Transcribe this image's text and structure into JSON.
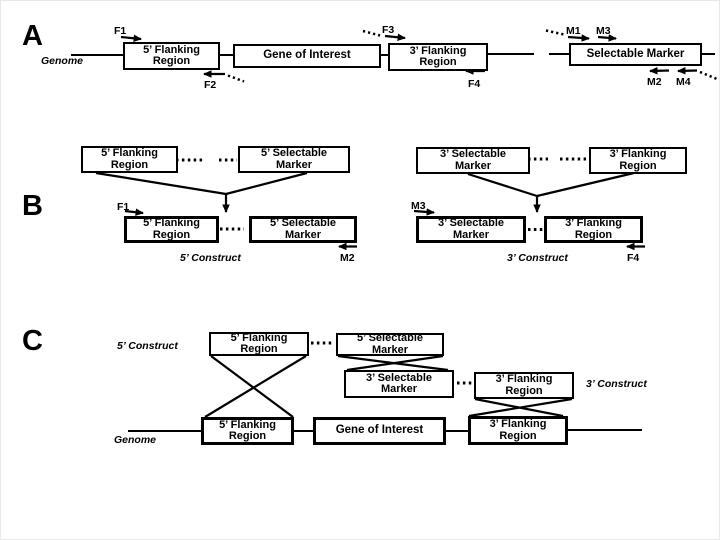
{
  "colors": {
    "ink": "#000000",
    "background": "#ffffff"
  },
  "panelA": {
    "label": "A",
    "genome_label": "Genome",
    "flank5": {
      "l1": "5’ Flanking",
      "l2": "Region"
    },
    "gene": "Gene of Interest",
    "flank3": {
      "l1": "3’ Flanking",
      "l2": "Region"
    },
    "marker": "Selectable Marker",
    "primers": {
      "f1": "F1",
      "f2": "F2",
      "f3": "F3",
      "f4": "F4",
      "m1": "M1",
      "m2": "M2",
      "m3": "M3",
      "m4": "M4"
    }
  },
  "panelB": {
    "label": "B",
    "left": {
      "top_flank": {
        "l1": "5’ Flanking",
        "l2": "Region"
      },
      "top_marker": {
        "l1": "5’ Selectable",
        "l2": "Marker"
      },
      "bot_flank": {
        "l1": "5’ Flanking",
        "l2": "Region"
      },
      "bot_marker": {
        "l1": "5’ Selectable",
        "l2": "Marker"
      },
      "construct_label": "5’ Construct",
      "primer_left": "F1",
      "primer_right": "M2"
    },
    "right": {
      "top_marker": {
        "l1": "3’ Selectable",
        "l2": "Marker"
      },
      "top_flank": {
        "l1": "3’ Flanking",
        "l2": "Region"
      },
      "bot_marker": {
        "l1": "3’ Selectable",
        "l2": "Marker"
      },
      "bot_flank": {
        "l1": "3’ Flanking",
        "l2": "Region"
      },
      "construct_label": "3’ Construct",
      "primer_left": "M3",
      "primer_right": "F4"
    }
  },
  "panelC": {
    "label": "C",
    "construct5_label": "5’ Construct",
    "construct3_label": "3’ Construct",
    "genome_label": "Genome",
    "top_flank5": {
      "l1": "5’ Flanking",
      "l2": "Region"
    },
    "top_marker5": {
      "l1": "5’ Selectable",
      "l2": "Marker"
    },
    "marker3": {
      "l1": "3’ Selectable",
      "l2": "Marker"
    },
    "flank3_construct": {
      "l1": "3’ Flanking",
      "l2": "Region"
    },
    "gen_flank5": {
      "l1": "5’ Flanking",
      "l2": "Region"
    },
    "gene": "Gene of Interest",
    "gen_flank3": {
      "l1": "3’ Flanking",
      "l2": "Region"
    }
  }
}
